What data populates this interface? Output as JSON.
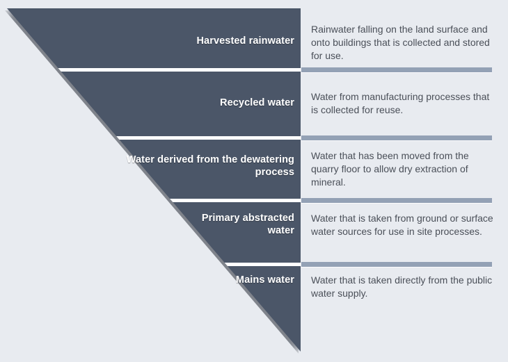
{
  "diagram": {
    "title": "Water source definitions funnel",
    "shape": "inverted-triangle",
    "colors": {
      "background": "#e8ebf0",
      "funnel": "#4b5668",
      "rule": "#93a1b5",
      "label_text": "#ffffff",
      "description_text": "#4a4f58"
    },
    "rows": [
      {
        "label": "Harvested rainwater",
        "description": "Rainwater falling on the land surface and onto buildings that is collected and stored for use."
      },
      {
        "label": "Recycled water",
        "description": "Water from manufacturing processes that is collected for reuse."
      },
      {
        "label": "Water derived from the dewatering process",
        "description": "Water that has been moved from the quarry floor to allow dry extraction of mineral."
      },
      {
        "label": "Primary abstracted water",
        "description": "Water that is taken from ground or surface water sources for use in site processes."
      },
      {
        "label": "Mains water",
        "description": "Water that is taken directly from the public water supply."
      }
    ]
  }
}
